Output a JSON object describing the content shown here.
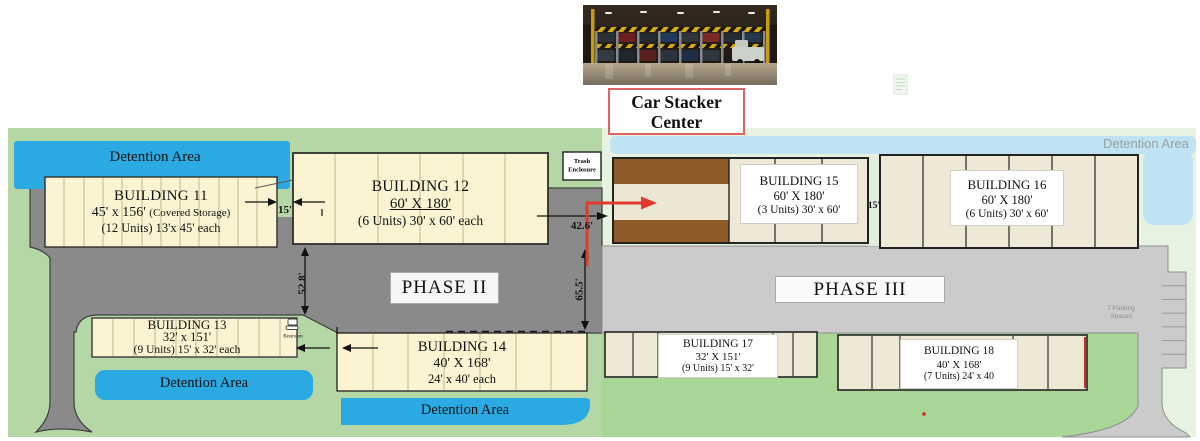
{
  "header": {
    "photo_caption": {
      "line1": "Car Stacker",
      "line2": "Center"
    }
  },
  "site": {
    "phase2_label": "PHASE II",
    "phase3_label": "PHASE III",
    "detention": {
      "top_left": "Detention Area",
      "bottom_left": "Detention Area",
      "bottom_center": "Detention Area",
      "top_right": "Detention Area"
    },
    "buildings": {
      "b11": {
        "name": "BUILDING 11",
        "size": "45' x 156'",
        "size_note": "(Covered Storage)",
        "units": "(12 Units) 13'x 45' each"
      },
      "b12": {
        "name": "BUILDING 12",
        "size": "60' X 180'",
        "units": "(6 Units) 30' x 60' each"
      },
      "b13": {
        "name": "BUILDING 13",
        "size": "32' x 151'",
        "units": "(9 Units) 15' x 32' each"
      },
      "b14": {
        "name": "BUILDING 14",
        "size": "40' X 168'",
        "units": "24' x 40' each"
      },
      "b15": {
        "name": "BUILDING 15",
        "size": "60' X 180'",
        "units": "(3 Units) 30' x 60'"
      },
      "b16": {
        "name": "BUILDING 16",
        "size": "60' X 180'",
        "units": "(6 Units) 30' x 60'"
      },
      "b17": {
        "name": "BUILDING 17",
        "size": "32' X 151'",
        "units": "(9 Units) 15' x 32'"
      },
      "b18": {
        "name": "BUILDING 18",
        "size": "40' X 168'",
        "units": "(7 Units) 24' x 40"
      }
    },
    "dimensions": {
      "gap_11_12": "15'",
      "gap_15_16": "15'",
      "offset_42": "42.6'",
      "offset_52": "52.8'",
      "offset_65": "65.5'"
    },
    "annotations": {
      "trash_line1": "Trash",
      "trash_line2": "Enclosure",
      "restroom": "Restroom",
      "parking_line1": "7 Parking",
      "parking_line2": "Spaces"
    }
  },
  "colors": {
    "phase2_green": "#b4d7a5",
    "phase3_green_light": "#e7f2e1",
    "phase3_green": "#a7d696",
    "detention_blue": "#2ba9e2",
    "detention_blue_light": "#bfe3f2",
    "pavement_dark": "#8a8a8a",
    "pavement_light": "#cbcbcb",
    "building_cream": "#fbf3d1",
    "building_tan": "#eee9d6",
    "brown": "#8e5a28",
    "accent_red": "#e23b2d"
  }
}
